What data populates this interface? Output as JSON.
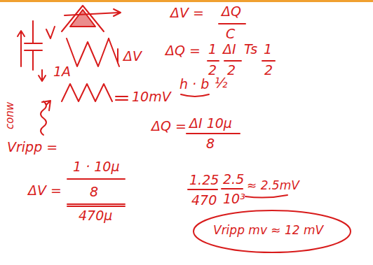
{
  "diagram": {
    "labels": [
      "1A",
      "ΔV",
      "ΔV =",
      "ΔQ",
      "C",
      "conw",
      "10mV",
      "ΔQ =",
      "1",
      "ΔI",
      "Ts",
      "1",
      "2",
      "2",
      "2",
      "h · b",
      "½",
      "Vripp =",
      "ΔV =",
      "1 · 10μ",
      "8",
      "470μ",
      "ΔQ =",
      "ΔI 10μ",
      "8",
      "1.25",
      "470",
      "2.5",
      "10³",
      "≈ 2.5mV",
      "Vripp mv ≈ 12 mV"
    ]
  }
}
